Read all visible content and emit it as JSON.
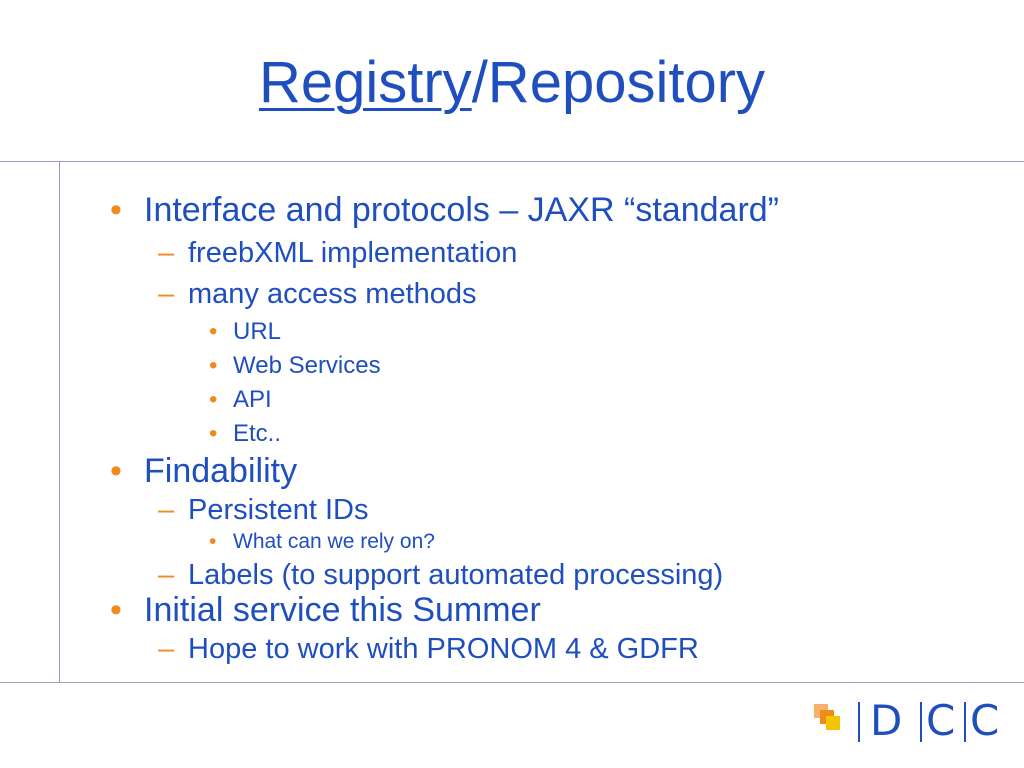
{
  "title": {
    "link_text": "Registry",
    "rest_text": "/Repository"
  },
  "bullets": [
    {
      "level": 1,
      "marker": "•",
      "text": "Interface and protocols – JAXR “standard”"
    },
    {
      "level": 2,
      "marker": "–",
      "text": "freebXML implementation"
    },
    {
      "level": 2,
      "marker": "–",
      "text": "many access methods"
    },
    {
      "level": 3,
      "marker": "•",
      "text": "URL"
    },
    {
      "level": 3,
      "marker": "•",
      "text": "Web Services"
    },
    {
      "level": 3,
      "marker": "•",
      "text": "API"
    },
    {
      "level": 3,
      "marker": "•",
      "text": "Etc.."
    },
    {
      "level": 1,
      "marker": "•",
      "text": "Findability"
    },
    {
      "level": 2,
      "marker": "–",
      "text": "Persistent IDs"
    },
    {
      "level": 3,
      "marker": "•",
      "text": "What can we rely on?"
    },
    {
      "level": 2,
      "marker": "–",
      "text": "Labels (to support automated processing)"
    },
    {
      "level": 1,
      "marker": "•",
      "text": "Initial service this Summer"
    },
    {
      "level": 2,
      "marker": "–",
      "text": "Hope to work with PRONOM 4 & GDFR"
    }
  ],
  "logo": {
    "letters": [
      "D",
      "C",
      "C"
    ],
    "accent_color": "#f08a1d",
    "brand_color": "#1f4fbf"
  }
}
